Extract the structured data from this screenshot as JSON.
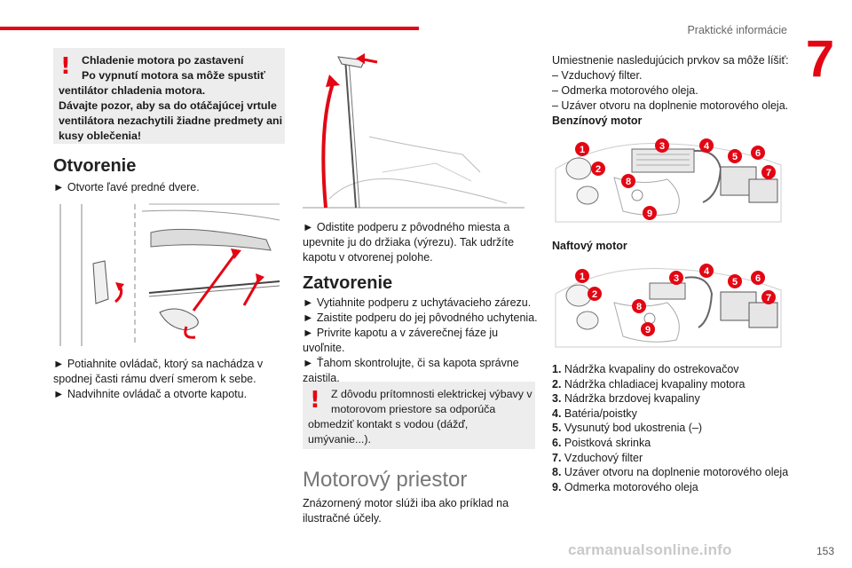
{
  "header": {
    "section_title": "Praktické informácie",
    "chapter_number": "7",
    "accent_color": "#e30613"
  },
  "warning1": {
    "mark": "!",
    "line1": "Chladenie motora po zastavení",
    "line2": "Po vypnutí motora sa môže spustiť",
    "line3": "ventilátor chladenia motora.",
    "line4": "Dávajte pozor, aby sa do otáčajúcej vrtule",
    "line5": "ventilátora nezachytili žiadne predmety ani",
    "line6": "kusy oblečenia!"
  },
  "opening": {
    "title": "Otvorenie",
    "step1": "► Otvorte ľavé predné dvere.",
    "step2_l1": "► Potiahnite ovládač, ktorý sa nachádza v",
    "step2_l2": "spodnej časti rámu dverí smerom k sebe.",
    "step3": "► Nadvihnite ovládač a otvorte kapotu.",
    "step4_l1": "► Odistite podperu z pôvodného miesta a",
    "step4_l2": "upevnite ju do držiaka (výrezu). Tak udržíte",
    "step4_l3": "kapotu v otvorenej polohe."
  },
  "closing": {
    "title": "Zatvorenie",
    "step1": "► Vytiahnite podperu z uchytávacieho zárezu.",
    "step2": "► Zaistite podperu do jej pôvodného uchytenia.",
    "step3_l1": "► Privrite kapotu a v záverečnej fáze ju",
    "step3_l2": "uvoľnite.",
    "step4_l1": "► Ťahom skontrolujte, či sa kapota správne",
    "step4_l2": "zaistila."
  },
  "warning2": {
    "mark": "!",
    "line1": "Z dôvodu prítomnosti elektrickej výbavy v",
    "line2": "motorovom priestore sa odporúča",
    "line3": "obmedziť kontakt s vodou (dážď,",
    "line4": "umývanie...)."
  },
  "engine_bay": {
    "title": "Motorový priestor",
    "note_l1": "Znázornený motor slúži iba ako príklad na",
    "note_l2": "ilustračné účely."
  },
  "locations": {
    "intro": "Umiestnenie nasledujúcich prvkov sa môže líšiť:",
    "items": [
      "– Vzduchový filter.",
      "– Odmerka motorového oleja.",
      "– Uzáver otvoru na doplnenie motorového oleja."
    ],
    "petrol_title": "Benzínový motor",
    "diesel_title": "Naftový motor"
  },
  "legend": [
    {
      "num": "1.",
      "text": "Nádržka kvapaliny do ostrekovačov"
    },
    {
      "num": "2.",
      "text": "Nádržka chladiacej kvapaliny motora"
    },
    {
      "num": "3.",
      "text": "Nádržka brzdovej kvapaliny"
    },
    {
      "num": "4.",
      "text": "Batéria/poistky"
    },
    {
      "num": "5.",
      "text": "Vysunutý bod ukostrenia (–)"
    },
    {
      "num": "6.",
      "text": "Poistková skrinka"
    },
    {
      "num": "7.",
      "text": "Vzduchový filter"
    },
    {
      "num": "8.",
      "text": "Uzáver otvoru na doplnenie motorového oleja"
    },
    {
      "num": "9.",
      "text": "Odmerka motorového oleja"
    }
  ],
  "callouts": [
    "1",
    "2",
    "3",
    "4",
    "5",
    "6",
    "7",
    "8",
    "9"
  ],
  "footer": {
    "page_number": "153",
    "watermark": "carmanualsonline.info"
  }
}
